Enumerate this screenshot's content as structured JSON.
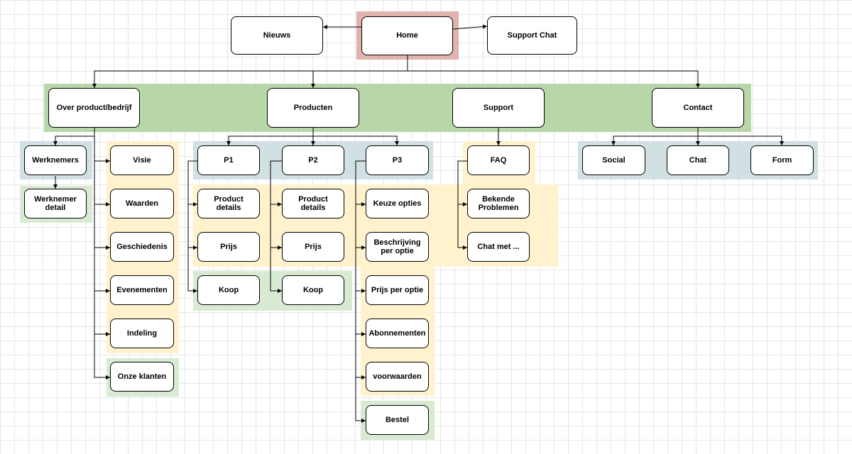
{
  "colors": {
    "home_highlight": "#e0b4ad",
    "category_band": "#b7d7a8",
    "subnav_band": "#d0e0e3",
    "content_band": "#fff2cc",
    "green_band": "#d9ead3",
    "line": "#000000",
    "node_fill": "#ffffff"
  },
  "nodes": {
    "home": "Home",
    "nieuws": "Nieuws",
    "support_chat": "Support Chat",
    "over": "Over product/bedrijf",
    "producten": "Producten",
    "support": "Support",
    "contact": "Contact",
    "werknemers": "Werknemers",
    "werknemer_detail": "Werknemer detail",
    "visie": "Visie",
    "waarden": "Waarden",
    "geschiedenis": "Geschiedenis",
    "evenementen": "Evenementen",
    "indeling": "Indeling",
    "onze_klanten": "Onze klanten",
    "p1": "P1",
    "p2": "P2",
    "p3": "P3",
    "p1_details": "Product details",
    "p2_details": "Product details",
    "p1_prijs": "Prijs",
    "p2_prijs": "Prijs",
    "p1_koop": "Koop",
    "p2_koop": "Koop",
    "keuze": "Keuze opties",
    "beschrijving": "Beschrijving\nper optie",
    "prijs_optie": "Prijs per optie",
    "abonnementen": "Abonnementen",
    "voorwaarden": "voorwaarden",
    "bestel": "Bestel",
    "faq": "FAQ",
    "bekende": "Bekende\nProblemen",
    "chat_met": "Chat met ...",
    "social": "Social",
    "chat": "Chat",
    "form": "Form"
  }
}
